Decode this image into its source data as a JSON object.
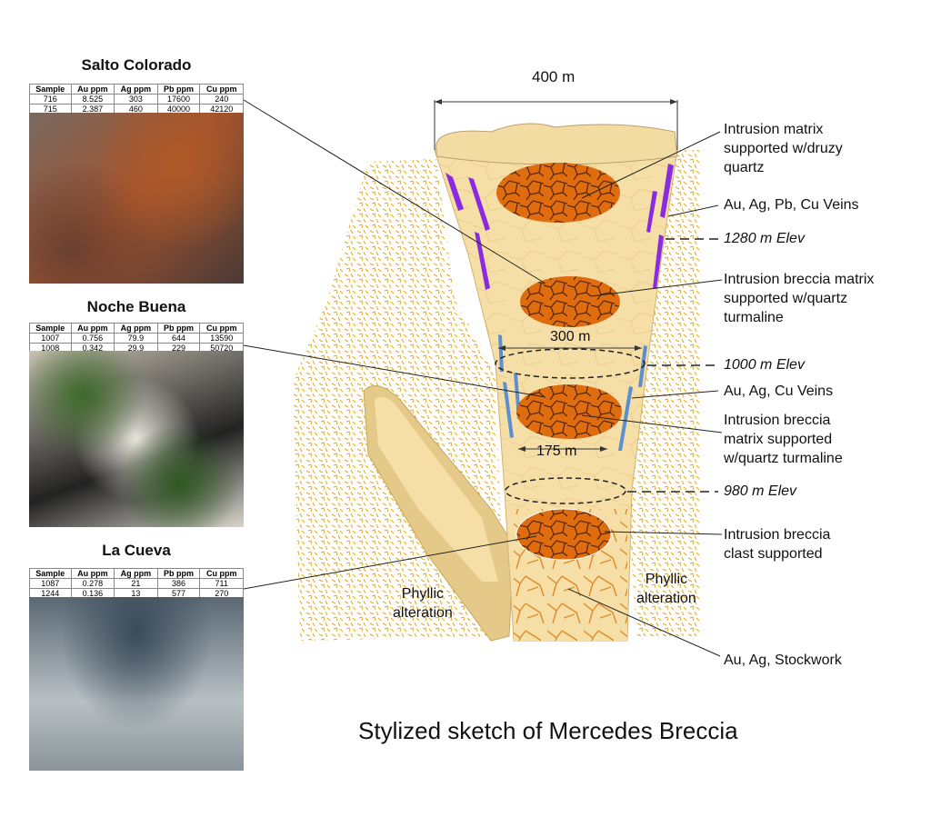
{
  "sites": [
    {
      "name": "Salto Colorado",
      "headers": [
        "Sample",
        "Au ppm",
        "Ag ppm",
        "Pb ppm",
        "Cu ppm"
      ],
      "rows": [
        [
          "716",
          "8.525",
          "303",
          "17600",
          "240"
        ],
        [
          "715",
          "2.387",
          "460",
          "40000",
          "42120"
        ]
      ]
    },
    {
      "name": "Noche Buena",
      "headers": [
        "Sample",
        "Au ppm",
        "Ag ppm",
        "Pb ppm",
        "Cu ppm"
      ],
      "rows": [
        [
          "1007",
          "0.756",
          "79.9",
          "644",
          "13590"
        ],
        [
          "1008",
          "0.342",
          "29.9",
          "229",
          "50720"
        ]
      ]
    },
    {
      "name": "La Cueva",
      "headers": [
        "Sample",
        "Au ppm",
        "Ag ppm",
        "Pb ppm",
        "Cu ppm"
      ],
      "rows": [
        [
          "1087",
          "0.278",
          "21",
          "386",
          "711"
        ],
        [
          "1244",
          "0.136",
          "13",
          "577",
          "270"
        ]
      ]
    }
  ],
  "dimensions": {
    "top": "400 m",
    "middle": "300 m",
    "lower": "175 m"
  },
  "labels": {
    "l1": [
      "Intrusion matrix",
      "supported w/druzy",
      "quartz"
    ],
    "l2": "Au, Ag, Pb, Cu Veins",
    "e1": "1280 m Elev",
    "l3": [
      "Intrusion breccia matrix",
      "supported w/quartz",
      "turmaline"
    ],
    "e2": "1000 m Elev",
    "l4": "Au, Ag, Cu Veins",
    "l5": [
      "Intrusion breccia",
      "matrix supported",
      "w/quartz turmaline"
    ],
    "e3": "980 m Elev",
    "l6": [
      "Intrusion breccia",
      "clast supported"
    ],
    "l7": "Au, Ag, Stockwork",
    "phyllic_left": [
      "Phyllic",
      "alteration"
    ],
    "phyllic_right": [
      "Phyllic",
      "alteration"
    ]
  },
  "title": "Stylized sketch of Mercedes Breccia",
  "colors": {
    "body": "#f6dfa6",
    "halo": "#d9a92a",
    "ellipse": "#e06c10",
    "crack": "#5a2a08",
    "vein_purple": "#8a2be2",
    "vein_blue": "#5b8fd0"
  }
}
